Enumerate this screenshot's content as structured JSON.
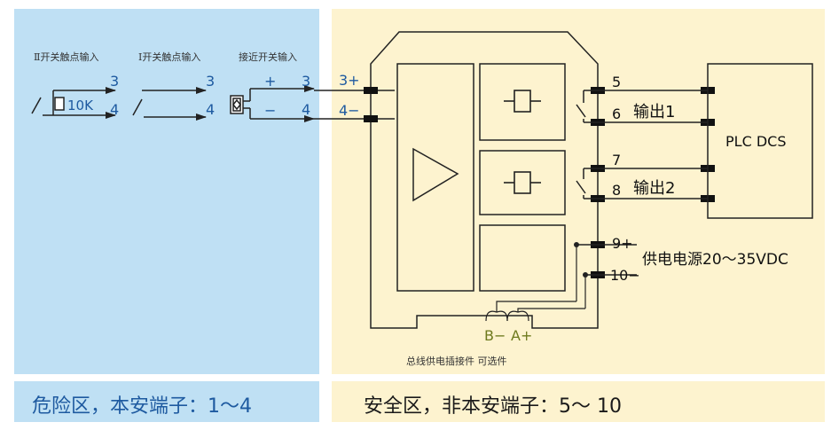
{
  "input_labels": {
    "switch_contact_2": "Ⅱ开关触点输入",
    "switch_contact_1": "Ⅰ开关触点输入",
    "proximity": "接近开关输入"
  },
  "inputs": {
    "t3": "3",
    "t4": "4",
    "resistor": "10K",
    "plus": "+",
    "minus": "−"
  },
  "module_terminals": {
    "in_plus": "3+",
    "in_minus": "4−",
    "t5": "5",
    "t6": "6",
    "t7": "7",
    "t8": "8",
    "t9": "9+",
    "t10": "10−"
  },
  "outputs": {
    "output1": "输出1",
    "output2": "输出2"
  },
  "plc": "PLC DCS",
  "power": "供电电源20～35VDC",
  "bus": {
    "b": "B−",
    "a": "A+",
    "note": "总线供电插接件 可选件"
  },
  "captions": {
    "hazard": "危险区，本安端子：1～4",
    "safe": "安全区，非本安端子：5～ 10"
  },
  "colors": {
    "hazard_bg": "#bfe0f4",
    "safe_bg": "#fdf3cf",
    "label_blue": "#1e5aa0",
    "bus_label": "#6e7a1e"
  }
}
